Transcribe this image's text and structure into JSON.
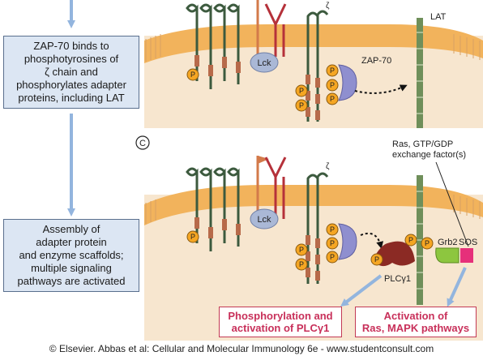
{
  "steps": {
    "zap70": "ZAP-70 binds to\nphosphotyrosines of\nζ chain and\nphosphorylates adapter\nproteins, including LAT",
    "assembly": "Assembly of\nadapter protein\nand enzyme scaffolds;\nmultiple signaling\npathways are activated"
  },
  "panel_label": "C",
  "labels": {
    "lat": "LAT",
    "zap70": "ZAP-70",
    "lck": "Lck",
    "zeta": "ζ",
    "phospho": "P",
    "ras_gef": "Ras, GTP/GDP\nexchange factor(s)",
    "grb2": "Grb2",
    "sos": "SOS",
    "plc": "PLCγ1"
  },
  "outcomes": {
    "plc": "Phosphorylation and\nactivation of PLCγ1",
    "ras": "Activation of\nRas, MAPK pathways"
  },
  "credit": "© Elsevier. Abbas et al: Cellular and Molecular Immunology 6e - www.studentconsult.com",
  "colors": {
    "cytoplasm": "#f7e6cf",
    "membrane": "#f2b35c",
    "box_fill": "#dce6f3",
    "phospho": "#f5a623",
    "outcome_text": "#c8305a",
    "zap70": "#8f8fcf",
    "plc": "#8b2a24",
    "grb2": "#8dc63f",
    "sos": "#e6307a",
    "arrow": "#93b5de"
  }
}
